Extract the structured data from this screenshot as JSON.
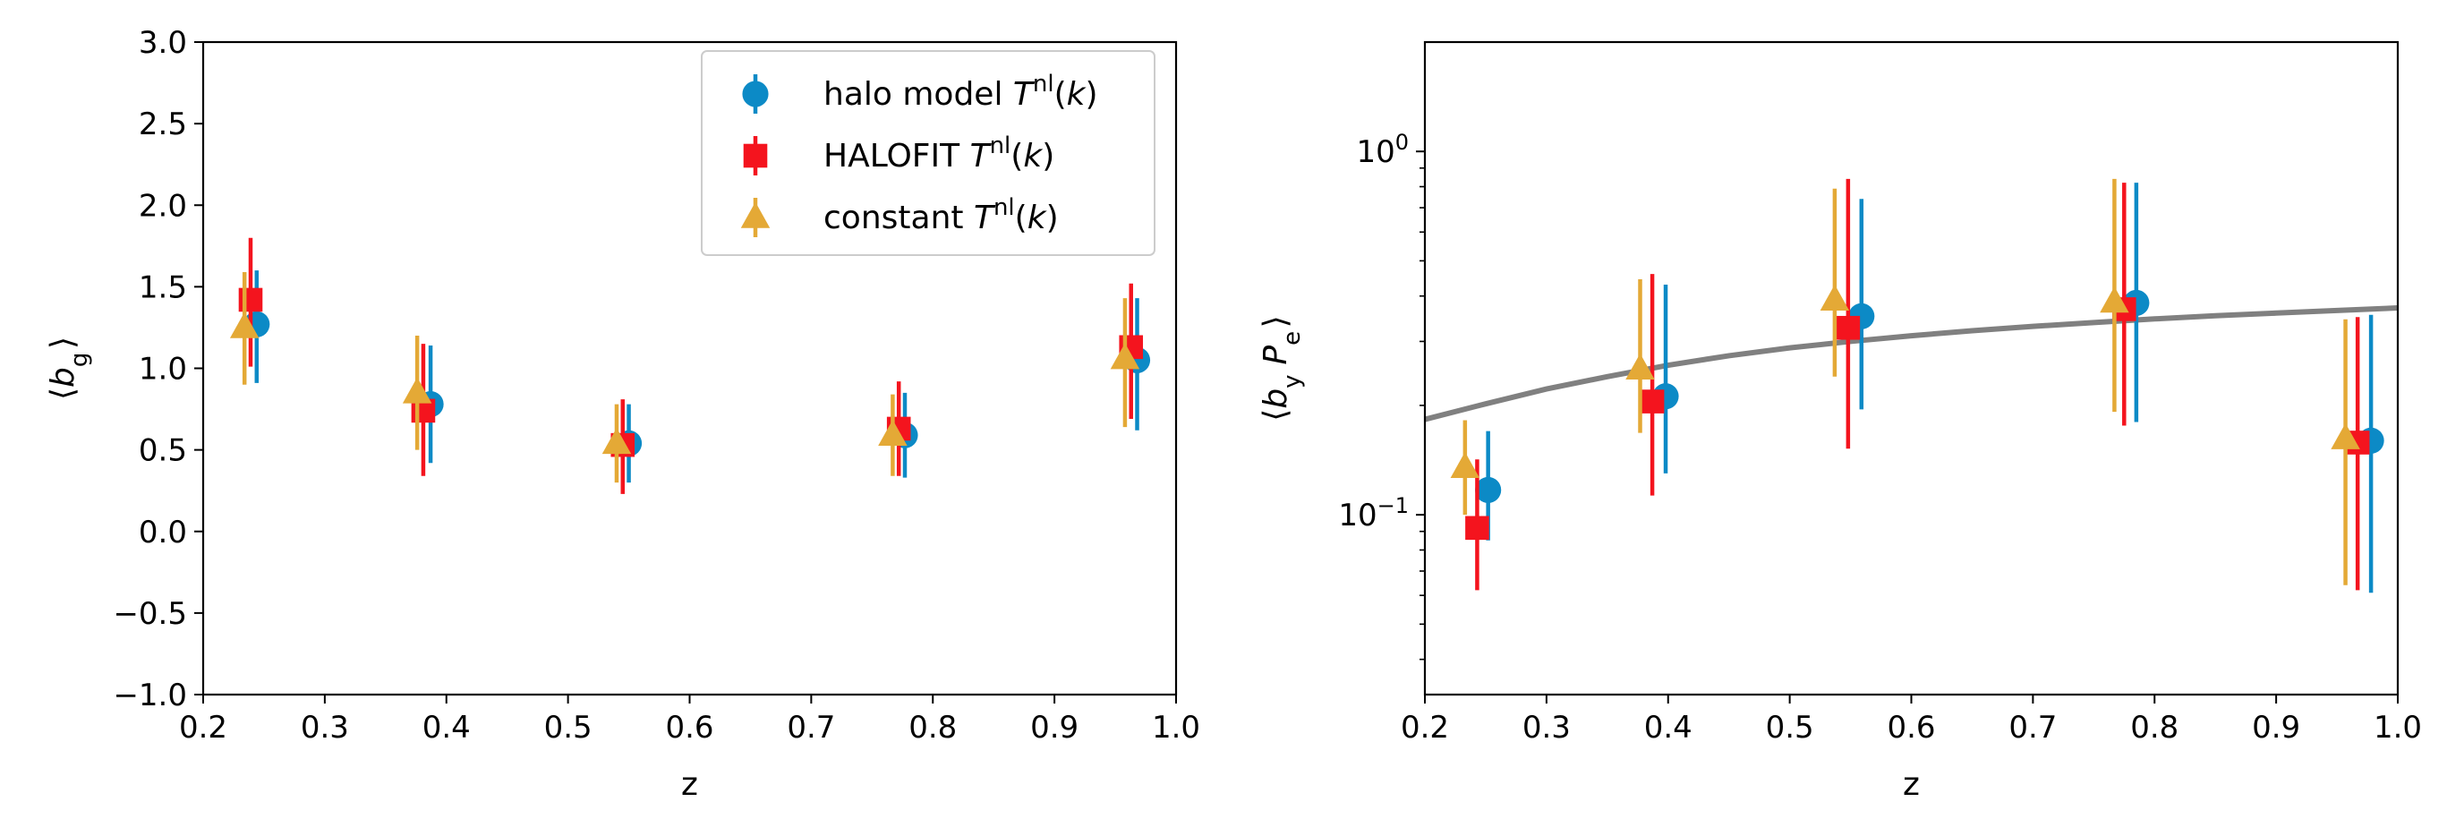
{
  "chart_data": [
    {
      "type": "scatter",
      "panel": "left",
      "title": "",
      "xlabel": "z",
      "ylabel": "⟨b_g⟩",
      "xlim": [
        0.2,
        1.0
      ],
      "ylim": [
        -1.0,
        3.0
      ],
      "yscale": "linear",
      "xticks": [
        "0.2",
        "0.3",
        "0.4",
        "0.5",
        "0.6",
        "0.7",
        "0.8",
        "0.9",
        "1.0"
      ],
      "yticks": [
        "−1.0",
        "−0.5",
        "0.0",
        "0.5",
        "1.0",
        "1.5",
        "2.0",
        "2.5",
        "3.0"
      ],
      "grid": false,
      "legend_position": "top-right",
      "series": [
        {
          "name": "halo model T^nl(k)",
          "marker": "circle",
          "color": "#0C8AC6",
          "x": [
            0.244,
            0.387,
            0.55,
            0.777,
            0.968
          ],
          "y": [
            1.27,
            0.78,
            0.54,
            0.59,
            1.05
          ],
          "yerr_low": [
            0.36,
            0.36,
            0.24,
            0.26,
            0.43
          ],
          "yerr_high": [
            0.33,
            0.36,
            0.24,
            0.26,
            0.38
          ]
        },
        {
          "name": "HALOFIT T^nl(k)",
          "marker": "square",
          "color": "#F4141E",
          "x": [
            0.239,
            0.381,
            0.545,
            0.772,
            0.963
          ],
          "y": [
            1.42,
            0.74,
            0.53,
            0.63,
            1.13
          ],
          "yerr_low": [
            0.41,
            0.4,
            0.3,
            0.29,
            0.44
          ],
          "yerr_high": [
            0.38,
            0.41,
            0.28,
            0.29,
            0.39
          ]
        },
        {
          "name": "constant T^nl(k)",
          "marker": "triangle",
          "color": "#E4A936",
          "x": [
            0.234,
            0.376,
            0.54,
            0.767,
            0.958
          ],
          "y": [
            1.25,
            0.85,
            0.54,
            0.59,
            1.06
          ],
          "yerr_low": [
            0.35,
            0.35,
            0.24,
            0.25,
            0.42
          ],
          "yerr_high": [
            0.34,
            0.35,
            0.24,
            0.25,
            0.37
          ]
        }
      ]
    },
    {
      "type": "scatter",
      "panel": "right",
      "title": "",
      "xlabel": "z",
      "ylabel": "⟨b_y P_e⟩",
      "xlim": [
        0.2,
        1.0
      ],
      "ylim": [
        0.032,
        2.0
      ],
      "yscale": "log",
      "xticks": [
        "0.2",
        "0.3",
        "0.4",
        "0.5",
        "0.6",
        "0.7",
        "0.8",
        "0.9",
        "1.0"
      ],
      "yticks_major": [
        {
          "value": 0.1,
          "base": "10",
          "exp": "−1"
        },
        {
          "value": 1.0,
          "base": "10",
          "exp": "0"
        }
      ],
      "grid": false,
      "legend_position": "none",
      "model_curve": {
        "color": "#808080",
        "x": [
          0.2,
          0.25,
          0.3,
          0.35,
          0.4,
          0.45,
          0.5,
          0.55,
          0.6,
          0.65,
          0.7,
          0.75,
          0.8,
          0.85,
          0.9,
          0.95,
          1.0
        ],
        "y": [
          0.183,
          0.202,
          0.222,
          0.24,
          0.258,
          0.274,
          0.288,
          0.3,
          0.311,
          0.321,
          0.33,
          0.338,
          0.346,
          0.353,
          0.359,
          0.365,
          0.371
        ]
      },
      "series": [
        {
          "name": "halo model T^nl(k)",
          "marker": "circle",
          "color": "#0C8AC6",
          "x": [
            0.252,
            0.398,
            0.559,
            0.785,
            0.978
          ],
          "y": [
            0.117,
            0.212,
            0.352,
            0.383,
            0.16
          ],
          "y_low": [
            0.085,
            0.13,
            0.195,
            0.18,
            0.061
          ],
          "y_high": [
            0.17,
            0.43,
            0.74,
            0.82,
            0.355
          ]
        },
        {
          "name": "HALOFIT T^nl(k)",
          "marker": "square",
          "color": "#F4141E",
          "x": [
            0.243,
            0.387,
            0.548,
            0.775,
            0.967
          ],
          "y": [
            0.092,
            0.205,
            0.327,
            0.368,
            0.158
          ],
          "y_low": [
            0.062,
            0.113,
            0.152,
            0.176,
            0.062
          ],
          "y_high": [
            0.142,
            0.46,
            0.84,
            0.82,
            0.35
          ]
        },
        {
          "name": "constant T^nl(k)",
          "marker": "triangle",
          "color": "#E4A936",
          "x": [
            0.233,
            0.377,
            0.537,
            0.767,
            0.957
          ],
          "y": [
            0.135,
            0.252,
            0.39,
            0.385,
            0.162
          ],
          "y_low": [
            0.1,
            0.168,
            0.24,
            0.192,
            0.064
          ],
          "y_high": [
            0.182,
            0.445,
            0.79,
            0.84,
            0.345
          ]
        }
      ]
    }
  ]
}
